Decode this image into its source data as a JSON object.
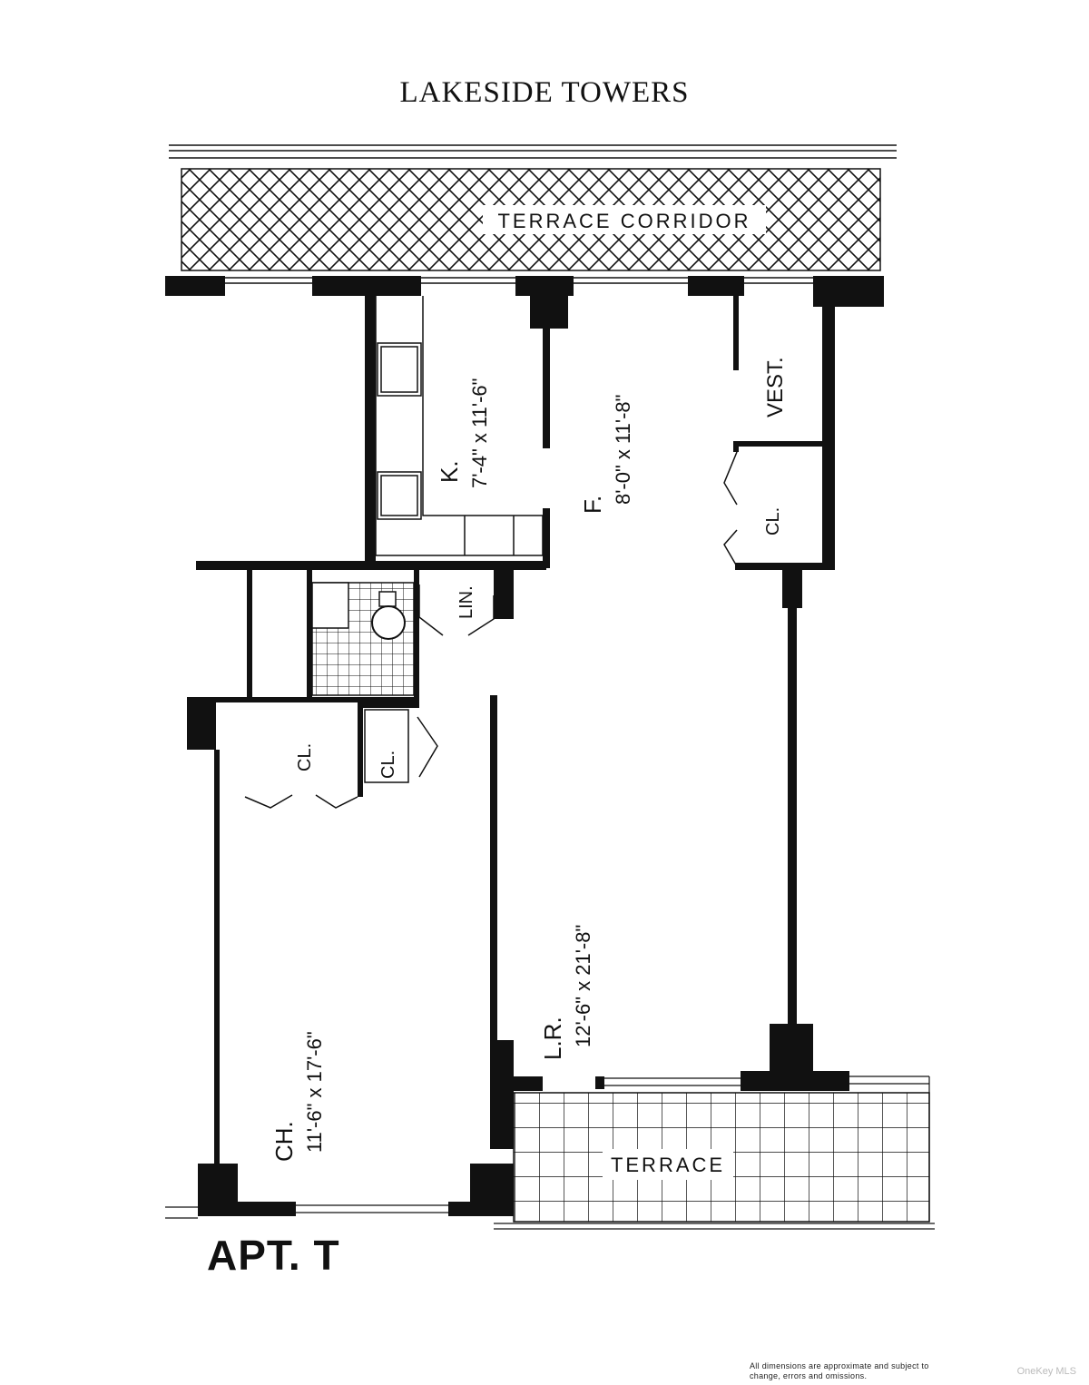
{
  "header": {
    "building_name": "LAKESIDE TOWERS"
  },
  "plan": {
    "unit_label": "APT. T",
    "areas": {
      "terrace_corridor": "TERRACE CORRIDOR",
      "terrace": "TERRACE",
      "vestibule": "VEST.",
      "linen": "LIN."
    },
    "rooms": {
      "kitchen": {
        "name": "K.",
        "size": "7'-4\" x 11'-6\""
      },
      "foyer": {
        "name": "F.",
        "size": "8'-0\" x 11'-8\""
      },
      "living_room": {
        "name": "L.R.",
        "size": "12'-6\" x 21'-8\""
      },
      "chamber": {
        "name": "CH.",
        "size": "11'-6\" x 17'-6\""
      }
    },
    "closets": {
      "vest_closet": "CL.",
      "hall_closet": "CL.",
      "bedroom_closet": "CL."
    }
  },
  "footer": {
    "disclaimer": "All dimensions are approximate and subject to change, errors and omissions.",
    "watermark": "OneKey MLS"
  },
  "colors": {
    "ink": "#111111",
    "paper": "#ffffff"
  }
}
